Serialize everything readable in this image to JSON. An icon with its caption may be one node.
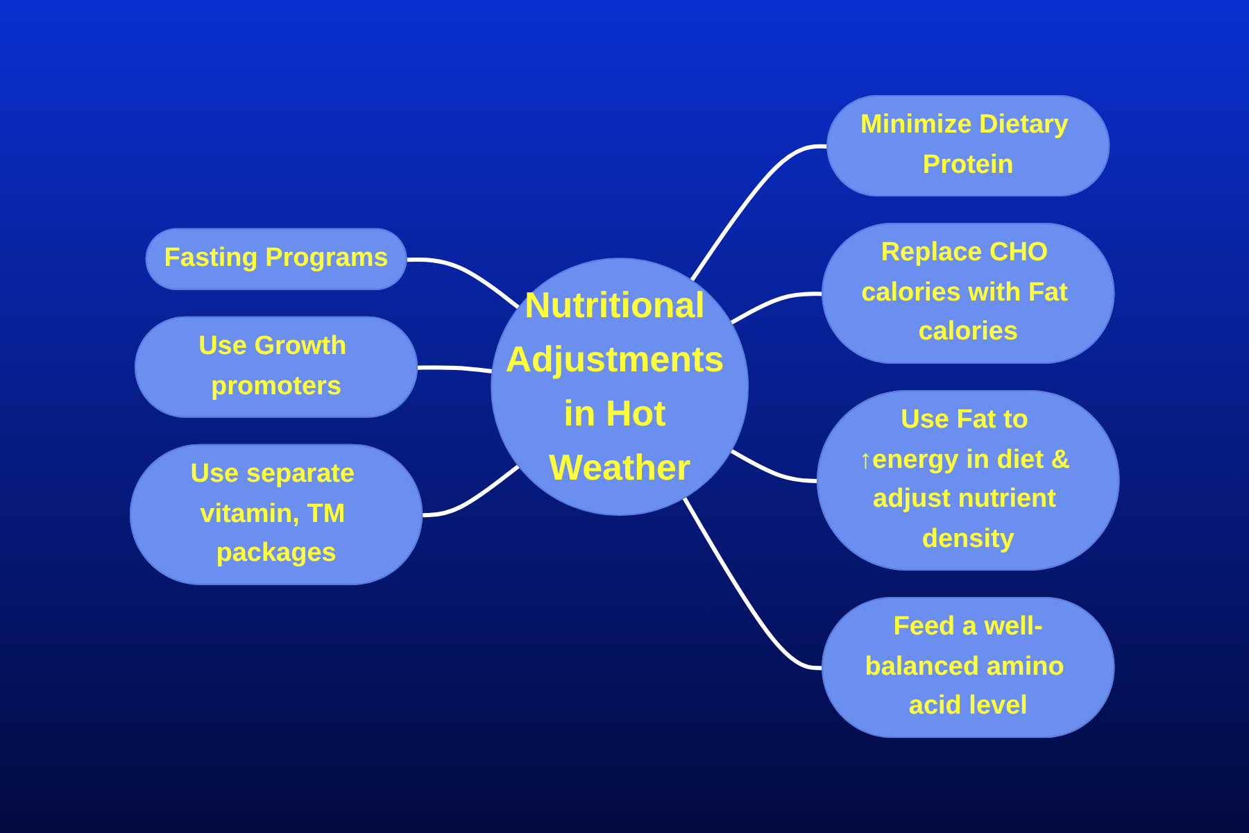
{
  "diagram": {
    "nodes": [
      {
        "text": [
          "Nutritional Adjustments in Hot Weather"
        ]
      },
      {
        "text": [
          "Minimize Dietary Protein"
        ]
      },
      {
        "text": [
          "Fasting Programs"
        ]
      },
      {
        "text": [
          "Replace CHO calories with Fat calories"
        ]
      },
      {
        "text": [
          "Use Growth promoters"
        ]
      },
      {
        "text": [
          "Use Fat to ↑energy in diet & adjust nutrient density"
        ]
      },
      {
        "text": [
          "Use separate vitamin, TM packages"
        ]
      },
      {
        "text": [
          "Feed a well-balanced amino acid level"
        ]
      }
    ],
    "edges": [
      {
        "from": 2,
        "to": 0,
        "arrow": "none"
      },
      {
        "from": 0,
        "to": 1,
        "arrow": "none"
      },
      {
        "from": 0,
        "to": 3,
        "arrow": "none"
      },
      {
        "from": 4,
        "to": 0,
        "arrow": "none"
      },
      {
        "from": 0,
        "to": 5,
        "arrow": "none"
      },
      {
        "from": 6,
        "to": 0,
        "arrow": "none"
      },
      {
        "from": 0,
        "to": 7,
        "arrow": "none"
      }
    ]
  }
}
